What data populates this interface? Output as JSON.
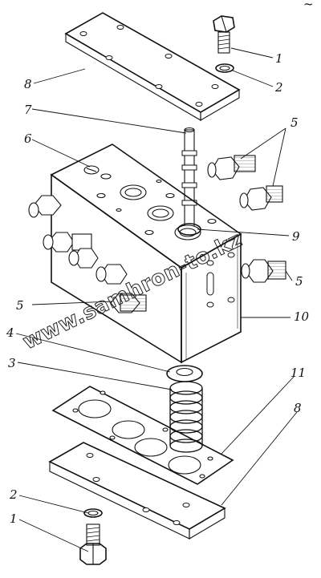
{
  "watermark": "www.samhron-to.kz",
  "corner_mark": "~",
  "callouts": [
    {
      "id": "l1-top",
      "text": "1"
    },
    {
      "id": "l2-top",
      "text": "2"
    },
    {
      "id": "l8-top",
      "text": "8"
    },
    {
      "id": "l7",
      "text": "7"
    },
    {
      "id": "l6",
      "text": "6"
    },
    {
      "id": "l5-top",
      "text": "5"
    },
    {
      "id": "l9",
      "text": "9"
    },
    {
      "id": "l5-right",
      "text": "5"
    },
    {
      "id": "l5-left",
      "text": "5"
    },
    {
      "id": "l10",
      "text": "10"
    },
    {
      "id": "l4",
      "text": "4"
    },
    {
      "id": "l3",
      "text": "3"
    },
    {
      "id": "l11",
      "text": "11"
    },
    {
      "id": "l8-bot",
      "text": "8"
    },
    {
      "id": "l2-bot",
      "text": "2"
    },
    {
      "id": "l1-bot",
      "text": "1"
    }
  ]
}
